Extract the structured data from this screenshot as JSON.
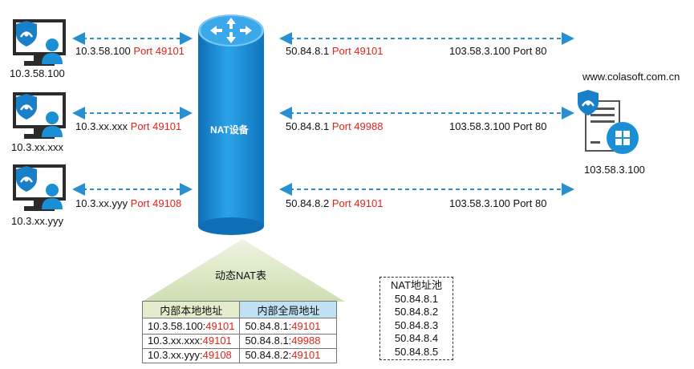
{
  "hosts": [
    {
      "ip": "10.3.58.100"
    },
    {
      "ip": "10.3.xx.xxx"
    },
    {
      "ip": "10.3.xx.yyy"
    }
  ],
  "inside_links": [
    {
      "addr": "10.3.58.100",
      "port": "Port 49101"
    },
    {
      "addr": "10.3.xx.xxx",
      "port": "Port 49101"
    },
    {
      "addr": "10.3.xx.yyy",
      "port": "Port 49108"
    }
  ],
  "outside_links": [
    {
      "addr": "50.84.8.1",
      "port": "Port 49101",
      "dest": "103.58.3.100 Port 80"
    },
    {
      "addr": "50.84.8.1",
      "port": "Port 49988",
      "dest": "103.58.3.100 Port 80"
    },
    {
      "addr": "50.84.8.2",
      "port": "Port 49101",
      "dest": "103.58.3.100 Port 80"
    }
  ],
  "nat_device": {
    "label": "NAT设备"
  },
  "server": {
    "domain": "www.colasoft.com.cn",
    "ip": "103.58.3.100"
  },
  "nat_table": {
    "title": "动态NAT表",
    "headers": [
      "内部本地地址",
      "内部全局地址"
    ],
    "rows": [
      [
        {
          "addr": "10.3.58.100:",
          "port": "49101"
        },
        {
          "addr": "50.84.8.1:",
          "port": "49101"
        }
      ],
      [
        {
          "addr": "10.3.xx.xxx:",
          "port": "49101"
        },
        {
          "addr": "50.84.8.1:",
          "port": "49988"
        }
      ],
      [
        {
          "addr": "10.3.xx.yyy:",
          "port": "49108"
        },
        {
          "addr": "50.84.8.2:",
          "port": "49101"
        }
      ]
    ]
  },
  "nat_pool": {
    "title": "NAT地址池",
    "addresses": [
      "50.84.8.1",
      "50.84.8.2",
      "50.84.8.3",
      "50.84.8.4",
      "50.84.8.5"
    ]
  },
  "colors": {
    "cylinder": "#1b8fd6",
    "link": "#2a8fd1",
    "accent_red": "#e0241b",
    "host_dark": "#2b2b2b",
    "shield": "#1a7fc9",
    "table_header_left": "#e3eccb",
    "table_header_right": "#bfe1f3",
    "funnel": "#d3e2b9"
  }
}
